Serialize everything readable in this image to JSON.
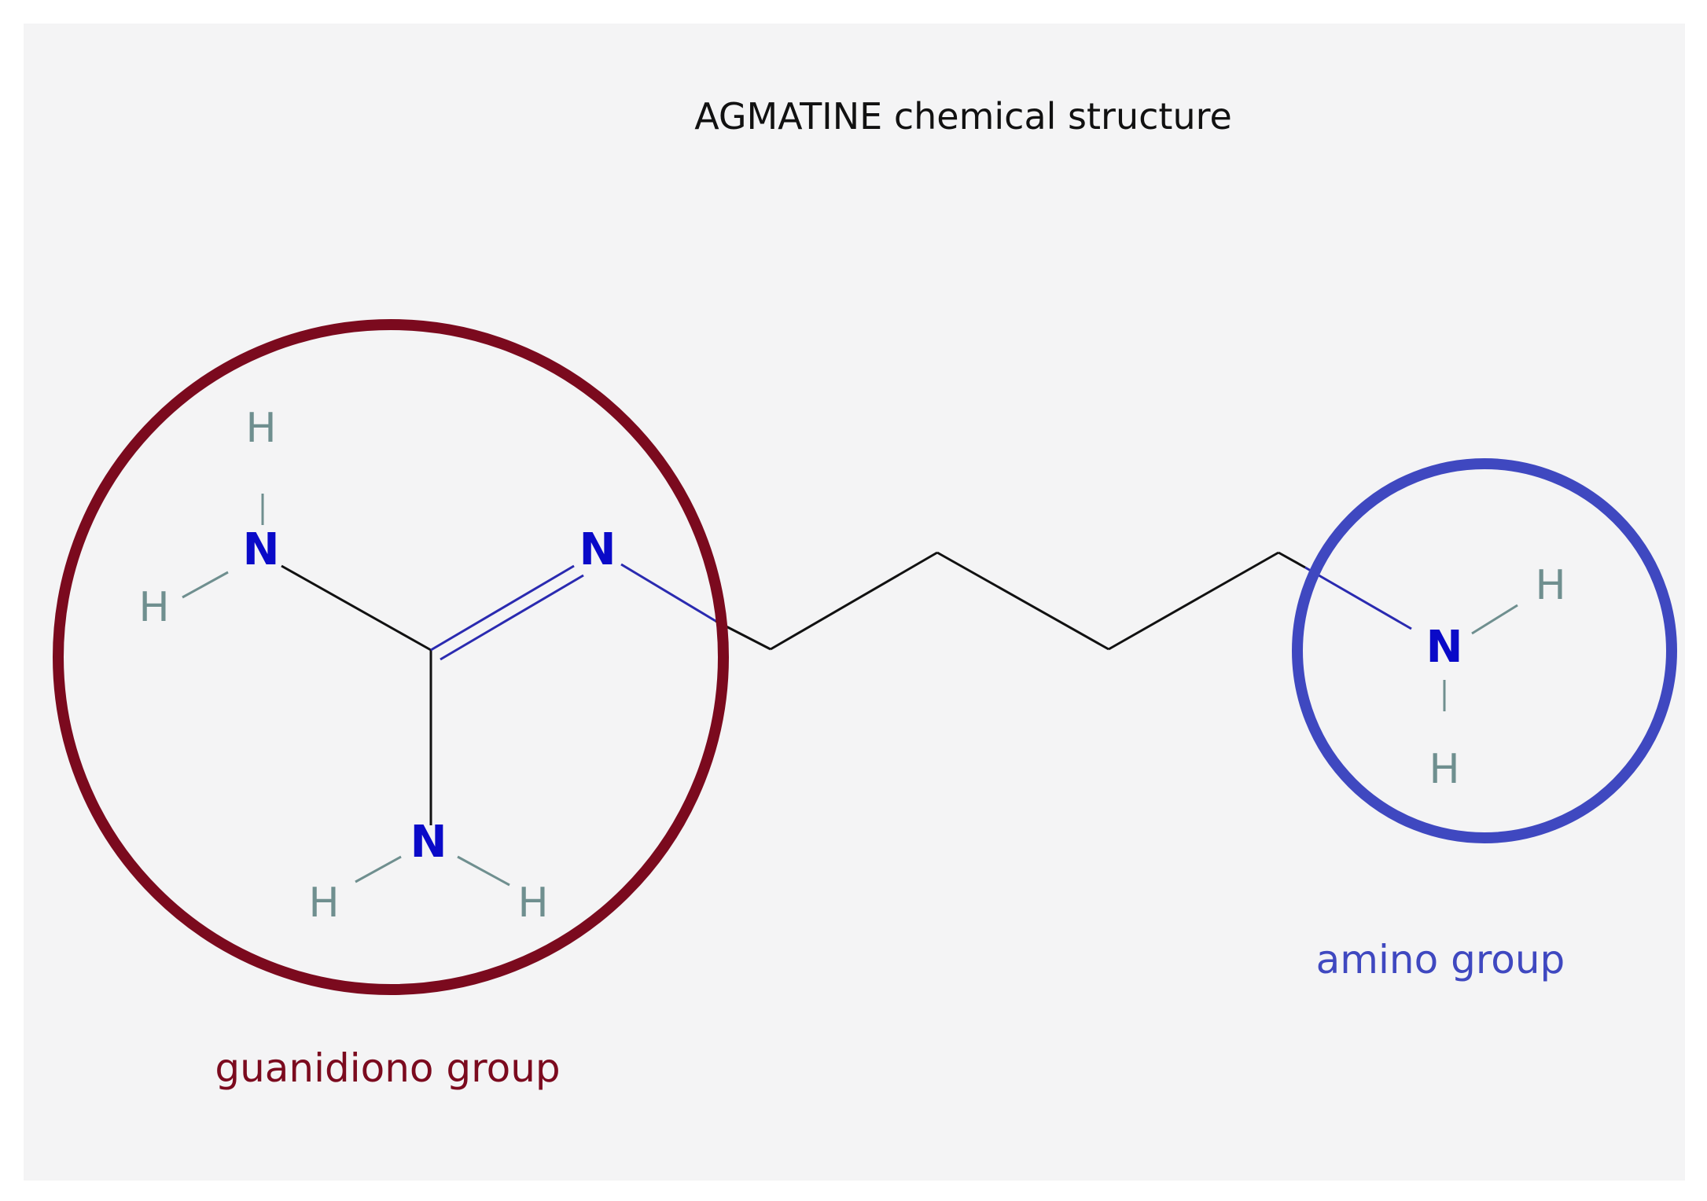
{
  "title": "AGMATINE chemical structure",
  "atoms": {
    "n_guan_upper": "N",
    "n_imine": "N",
    "n_guan_lower": "N",
    "n_amino": "N",
    "h_top": "H",
    "h_left": "H",
    "h_bottom_left": "H",
    "h_bottom_right": "H",
    "h_amino_upper": "H",
    "h_amino_lower": "H"
  },
  "groups": {
    "guanidino": {
      "label": "guanidiono group",
      "color": "#7b0a1e"
    },
    "amino": {
      "label": "amino group",
      "color": "#3f48c0"
    }
  },
  "colors": {
    "nitrogen": "#0a0ac8",
    "hydrogen": "#6f8f8f",
    "bond": "#111111",
    "bond_n": "#2a2ab0",
    "bond_h": "#6f8f8f",
    "background": "#f4f4f5"
  }
}
